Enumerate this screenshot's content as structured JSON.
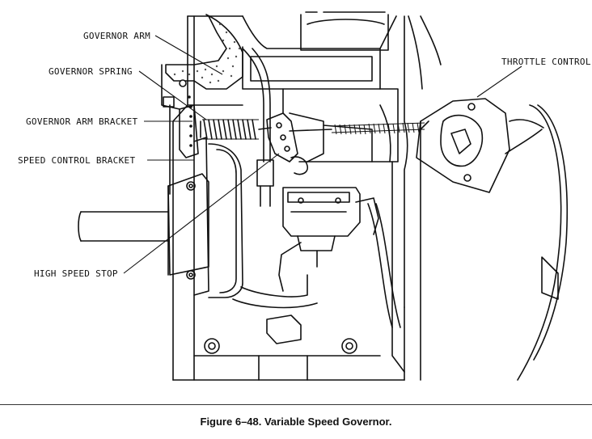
{
  "figure": {
    "caption": "Figure 6–48. Variable Speed Governor."
  },
  "callouts": {
    "governor_arm": "GOVERNOR ARM",
    "governor_spring": "GOVERNOR SPRING",
    "governor_arm_bracket": "GOVERNOR ARM BRACKET",
    "speed_control_bracket": "SPEED CONTROL BRACKET",
    "high_speed_stop": "HIGH SPEED STOP",
    "throttle_control": "THROTTLE CONTROL"
  }
}
